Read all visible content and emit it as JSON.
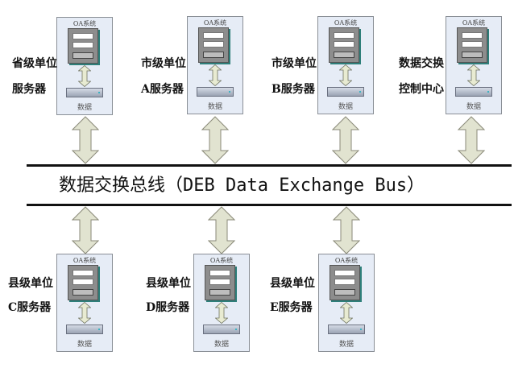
{
  "diagram": {
    "bus": {
      "title": "数据交换总线（DEB Data Exchange Bus）"
    },
    "node_common": {
      "app_label": "OA系统",
      "data_label": "数据"
    },
    "colors": {
      "node_fill": "#e6ecf6",
      "node_border": "#8a8f96",
      "arrow_fill": "#e1e3d0",
      "arrow_stroke": "#8a8a78",
      "server_shadow": "#2e7f7a",
      "bus_line": "#111111"
    },
    "top_nodes": [
      {
        "line1": "省级单位",
        "line2": "服务器"
      },
      {
        "line1": "市级单位",
        "line2": "A服务器"
      },
      {
        "line1": "市级单位",
        "line2": "B服务器"
      },
      {
        "line1": "数据交换",
        "line2": "控制中心"
      }
    ],
    "bottom_nodes": [
      {
        "line1": "县级单位",
        "line2": "C服务器"
      },
      {
        "line1": "县级单位",
        "line2": "D服务器"
      },
      {
        "line1": "县级单位",
        "line2": "E服务器"
      }
    ]
  }
}
